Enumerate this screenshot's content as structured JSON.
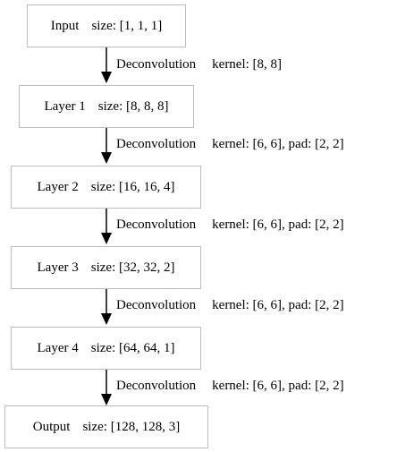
{
  "nodes": [
    {
      "id": "input",
      "label": "Input",
      "size": "size: [1, 1, 1]"
    },
    {
      "id": "layer1",
      "label": "Layer 1",
      "size": "size: [8, 8, 8]"
    },
    {
      "id": "layer2",
      "label": "Layer 2",
      "size": "size: [16, 16, 4]"
    },
    {
      "id": "layer3",
      "label": "Layer 3",
      "size": "size: [32, 32, 2]"
    },
    {
      "id": "layer4",
      "label": "Layer 4",
      "size": "size: [64, 64, 1]"
    },
    {
      "id": "output",
      "label": "Output",
      "size": "size: [128, 128, 3]"
    }
  ],
  "edges": [
    {
      "from": "input",
      "to": "layer1",
      "op": "Deconvolution",
      "params": "kernel: [8, 8]"
    },
    {
      "from": "layer1",
      "to": "layer2",
      "op": "Deconvolution",
      "params": "kernel: [6, 6], pad: [2, 2]"
    },
    {
      "from": "layer2",
      "to": "layer3",
      "op": "Deconvolution",
      "params": "kernel: [6, 6], pad: [2, 2]"
    },
    {
      "from": "layer3",
      "to": "layer4",
      "op": "Deconvolution",
      "params": "kernel: [6, 6], pad: [2, 2]"
    },
    {
      "from": "layer4",
      "to": "output",
      "op": "Deconvolution",
      "params": "kernel: [6, 6], pad: [2, 2]"
    }
  ]
}
